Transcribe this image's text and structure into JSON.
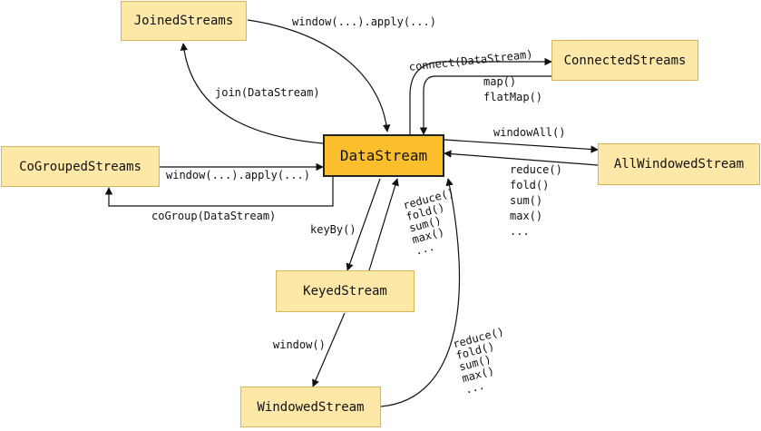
{
  "nodes": {
    "joined": "JoinedStreams",
    "connected": "ConnectedStreams",
    "datastream": "DataStream",
    "cogrouped": "CoGroupedStreams",
    "allwindowed": "AllWindowedStream",
    "keyed": "KeyedStream",
    "windowed": "WindowedStream"
  },
  "edges": {
    "joined_to_ds": "window(...).apply(...)",
    "ds_to_joined": "join(DataStream)",
    "ds_to_connected": "connect(DataStream)",
    "connected_to_ds": "map()\nflatMap()",
    "ds_to_allwindowed": "windowAll()",
    "allwindowed_to_ds": "reduce()\nfold()\nsum()\nmax()\n...",
    "cogrouped_to_ds": "window(...).apply(...)",
    "ds_to_cogrouped": "coGroup(DataStream)",
    "ds_to_keyed": "keyBy()",
    "keyed_to_ds": "reduce()\nfold()\nsum()\nmax()\n...",
    "keyed_to_windowed": "window()",
    "windowed_to_ds": "reduce()\nfold()\nsum()\nmax()\n..."
  }
}
